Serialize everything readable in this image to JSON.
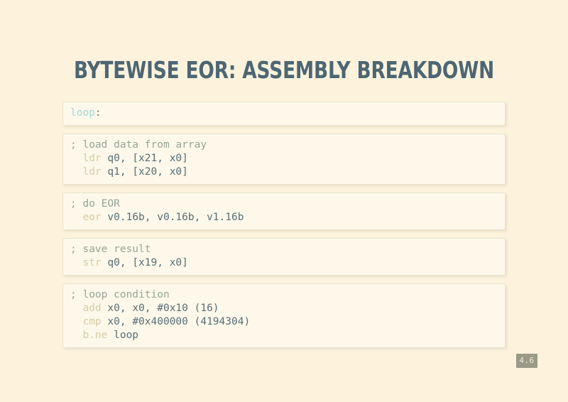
{
  "slide": {
    "title": "Bytewise EOR: Assembly Breakdown",
    "page_number": "4.6",
    "background_color": "#fdf3dd",
    "title_color": "#4d6673",
    "badge_color": "#9a9a86"
  },
  "colors": {
    "label": "#9fd6da",
    "punct": "#6b7a55",
    "comment": "#98a597",
    "mnemonic": "#d9cba4",
    "operand": "#586e75",
    "block_fill": "#fdf8ea",
    "block_border": "#ebe3d0"
  },
  "code_blocks": [
    {
      "id": "loop-label-block",
      "lines": [
        {
          "tokens": [
            {
              "text": "loop",
              "type": "label"
            },
            {
              "text": ":",
              "type": "punct"
            }
          ]
        }
      ]
    },
    {
      "id": "load-block",
      "lines": [
        {
          "tokens": [
            {
              "text": "; load data from array",
              "type": "comment"
            }
          ]
        },
        {
          "tokens": [
            {
              "text": "  ",
              "type": "operand"
            },
            {
              "text": "ldr",
              "type": "mnemonic"
            },
            {
              "text": " q0, [x21, x0]",
              "type": "operand"
            }
          ]
        },
        {
          "tokens": [
            {
              "text": "  ",
              "type": "operand"
            },
            {
              "text": "ldr",
              "type": "mnemonic"
            },
            {
              "text": " q1, [x20, x0]",
              "type": "operand"
            }
          ]
        }
      ]
    },
    {
      "id": "eor-block",
      "lines": [
        {
          "tokens": [
            {
              "text": "; do EOR",
              "type": "comment"
            }
          ]
        },
        {
          "tokens": [
            {
              "text": "  ",
              "type": "operand"
            },
            {
              "text": "eor",
              "type": "mnemonic"
            },
            {
              "text": " v0.16b, v0.16b, v1.16b",
              "type": "operand"
            }
          ]
        }
      ]
    },
    {
      "id": "store-block",
      "lines": [
        {
          "tokens": [
            {
              "text": "; save result",
              "type": "comment"
            }
          ]
        },
        {
          "tokens": [
            {
              "text": "  ",
              "type": "operand"
            },
            {
              "text": "str",
              "type": "mnemonic"
            },
            {
              "text": " q0, [x19, x0]",
              "type": "operand"
            }
          ]
        }
      ]
    },
    {
      "id": "loop-condition-block",
      "lines": [
        {
          "tokens": [
            {
              "text": "; loop condition",
              "type": "comment"
            }
          ]
        },
        {
          "tokens": [
            {
              "text": "  ",
              "type": "operand"
            },
            {
              "text": "add",
              "type": "mnemonic"
            },
            {
              "text": " x0, x0, #0x10 (16)",
              "type": "operand"
            }
          ]
        },
        {
          "tokens": [
            {
              "text": "  ",
              "type": "operand"
            },
            {
              "text": "cmp",
              "type": "mnemonic"
            },
            {
              "text": " x0, #0x400000 (4194304)",
              "type": "operand"
            }
          ]
        },
        {
          "tokens": [
            {
              "text": "  ",
              "type": "operand"
            },
            {
              "text": "b.ne",
              "type": "mnemonic"
            },
            {
              "text": " loop",
              "type": "operand"
            }
          ]
        }
      ]
    }
  ]
}
